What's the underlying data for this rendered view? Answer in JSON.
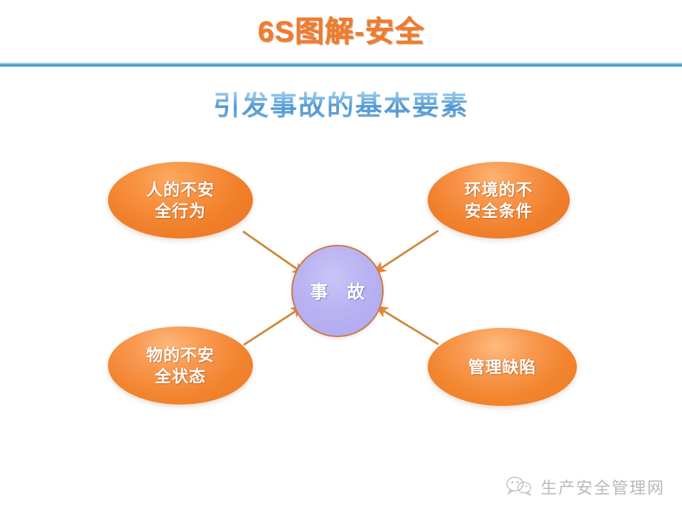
{
  "header": {
    "title": "6S图解-安全",
    "title_color": "#ef7c2e",
    "rule_color": "#3b9cc2"
  },
  "subtitle": {
    "text": "引发事故的基本要素",
    "color": "#4e97d2"
  },
  "diagram": {
    "type": "cause-effect-radial",
    "center": {
      "label": "事  故",
      "fill_color": "#b9b3f2",
      "border_color": "#d0783c",
      "text_color": "#ffffff"
    },
    "nodes": [
      {
        "id": "human",
        "label_line1": "人的不安",
        "label_line2": "全行为",
        "full_label": "人的不安全行为",
        "position": "top-left",
        "fill_color": "#f07f2a",
        "text_color": "#ffffff"
      },
      {
        "id": "environment",
        "label_line1": "环境的不",
        "label_line2": "安全条件",
        "full_label": "环境的不安全条件",
        "position": "top-right",
        "fill_color": "#f0802c",
        "text_color": "#ffffff"
      },
      {
        "id": "object",
        "label_line1": "物的不安",
        "label_line2": "全状态",
        "full_label": "物的不安全状态",
        "position": "bottom-left",
        "fill_color": "#f2842f",
        "text_color": "#ffffff"
      },
      {
        "id": "management",
        "label_line1": "管理缺陷",
        "label_line2": "",
        "full_label": "管理缺陷",
        "position": "bottom-right",
        "fill_color": "#f2852f",
        "text_color": "#ffffff"
      }
    ],
    "connector_color": "#cf8a3e",
    "connector_count": 4
  },
  "footer": {
    "watermark_text": "生产安全管理网",
    "watermark_icon": "wechat-icon"
  }
}
